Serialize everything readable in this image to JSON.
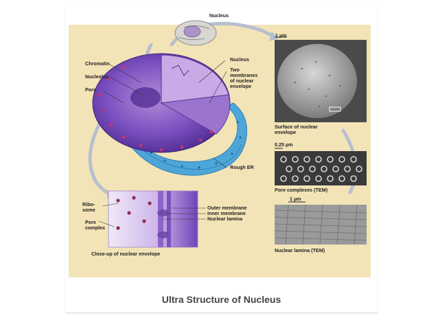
{
  "figure": {
    "labels": {
      "top_nucleus": "Nucleus",
      "chromatin": "Chromatin",
      "nucleolus": "Nucleolus",
      "pore": "Pore",
      "nucleus": "Nucleus",
      "two_membranes": "Two\nmembranes\nof nuclear\nenvelope",
      "rough_er": "Rough ER",
      "ribosome": "Ribo-\nsome",
      "pore_complex": "Pore\ncomplex",
      "outer_membrane": "Outer membrane",
      "inner_membrane": "Inner membrane",
      "nuclear_lamina": "Nuclear lamina",
      "closeup": "Close-up of nuclear envelope",
      "scale_1um_top": "1 µm",
      "surface_caption": "Surface of nuclear\nenvelope",
      "scale_025um": "0.25 µm",
      "pore_complexes_caption": "Pore complexes (TEM)",
      "scale_1um_bottom": "1 µm",
      "nuclear_lamina_caption": "Nuclear lamina (TEM)"
    }
  },
  "caption": "Ultra Structure of  Nucleus"
}
